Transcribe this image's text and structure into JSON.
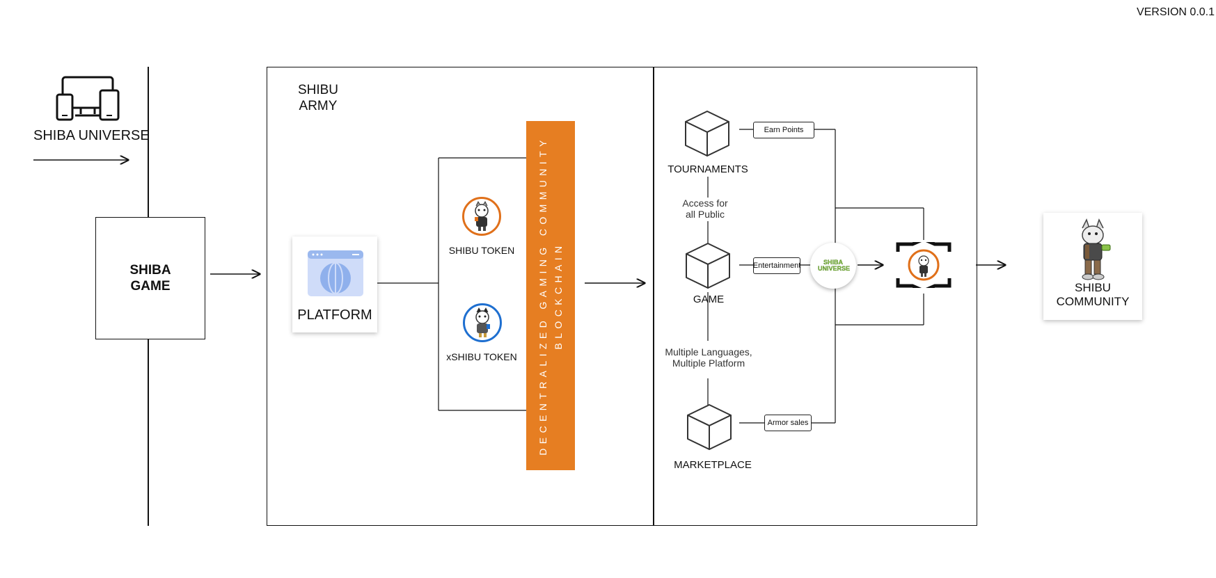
{
  "version": "VERSION 0.0.1",
  "left": {
    "universe_label": "SHIBA UNIVERSE",
    "game_box_line1": "SHIBA",
    "game_box_line2": "GAME"
  },
  "army": {
    "title_line1": "SHIBU",
    "title_line2": "ARMY",
    "platform_label": "PLATFORM",
    "shibu_token": "SHIBU TOKEN",
    "xshibu_token": "xSHIBU TOKEN",
    "band_line1": "DECENTRALIZED GAMING COMMUNITY",
    "band_line2": "BLOCKCHAIN"
  },
  "ecosystem": {
    "tournaments": "TOURNAMENTS",
    "game": "GAME",
    "marketplace": "MARKETPLACE",
    "access_line1": "Access for",
    "access_line2": "all Public",
    "languages_line1": "Multiple Languages,",
    "languages_line2": "Multiple Platform",
    "earn_points": "Earn Points",
    "entertainment": "Entertainment",
    "armor_sales": "Armor sales",
    "logo_text": "SHIBA UNIVERSE"
  },
  "community": {
    "line1": "SHIBU",
    "line2": "COMMUNITY"
  },
  "colors": {
    "accent_orange": "#e67e22",
    "token_orange": "#e0701a",
    "token_blue": "#1e6fd0",
    "logo_green": "#8bc34a",
    "platform_blue": "#9ab8ee"
  }
}
